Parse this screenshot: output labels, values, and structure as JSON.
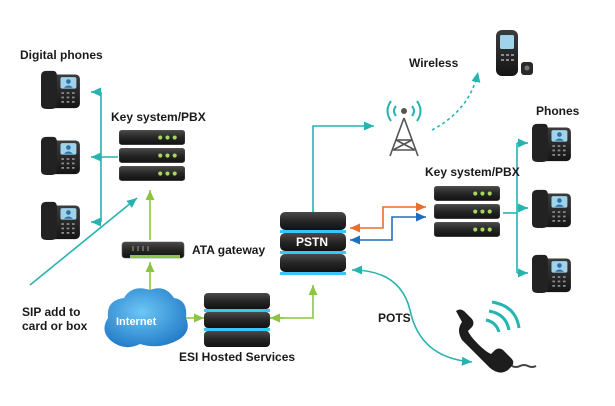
{
  "labels": {
    "digital_phones": "Digital phones",
    "key_system_left": "Key system/PBX",
    "ata_gateway": "ATA gateway",
    "sip_add": "SIP add to card or box",
    "internet": "Internet",
    "esi_hosted": "ESI Hosted Services",
    "pstn": "PSTN",
    "wireless": "Wireless",
    "key_system_right": "Key system/PBX",
    "phones": "Phones",
    "pots": "POTS"
  },
  "colors": {
    "teal": "#27b3b0",
    "green": "#8cc63f",
    "orange": "#e86f2b",
    "blue": "#1f6fbf",
    "server_dark": "#2b2b2b",
    "glow": "#38c7f0",
    "cloud": "#2a8fd6"
  },
  "icons": {
    "digital_phone": "desk-phone-icon",
    "cell_phone": "mobile-phone-icon",
    "tower": "radio-tower-icon",
    "handset": "handset-icon",
    "server": "server-rack-icon",
    "cloud": "cloud-icon",
    "ata": "ata-gateway-icon"
  }
}
